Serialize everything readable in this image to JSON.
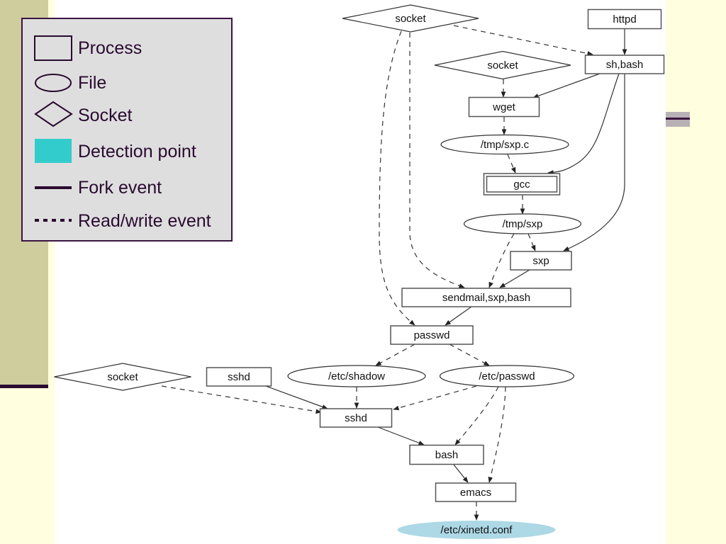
{
  "legend": {
    "items": [
      {
        "shape": "rectangle",
        "icon": "process-icon",
        "label": "Process"
      },
      {
        "shape": "ellipse",
        "icon": "file-icon",
        "label": "File"
      },
      {
        "shape": "diamond",
        "icon": "socket-icon",
        "label": "Socket"
      },
      {
        "shape": "filled-square",
        "icon": "detection-point-icon",
        "label": "Detection point",
        "color": "#33cccc"
      },
      {
        "shape": "solid-line",
        "icon": "fork-event-icon",
        "label": "Fork event"
      },
      {
        "shape": "dotted-line",
        "icon": "read-write-event-icon",
        "label": "Read/write event"
      }
    ]
  },
  "colors": {
    "background": "#ffffdf",
    "sidebar": "#cfcc9e",
    "accent": "#2a0a30",
    "legend_bg": "#dedede",
    "detection": "#33cccc",
    "detection_node_fill": "#add8e6"
  },
  "graph": {
    "nodes": [
      {
        "id": "socket1",
        "type": "socket",
        "label": "socket"
      },
      {
        "id": "httpd",
        "type": "process",
        "label": "httpd"
      },
      {
        "id": "socket2",
        "type": "socket",
        "label": "socket"
      },
      {
        "id": "shbash",
        "type": "process",
        "label": "sh,bash"
      },
      {
        "id": "wget",
        "type": "process",
        "label": "wget"
      },
      {
        "id": "tmpsxpc",
        "type": "file",
        "label": "/tmp/sxp.c"
      },
      {
        "id": "gcc",
        "type": "process",
        "label": "gcc",
        "double_border": true
      },
      {
        "id": "tmpsxp",
        "type": "file",
        "label": "/tmp/sxp"
      },
      {
        "id": "sxp",
        "type": "process",
        "label": "sxp"
      },
      {
        "id": "sendmail",
        "type": "process",
        "label": "sendmail,sxp,bash"
      },
      {
        "id": "passwd",
        "type": "process",
        "label": "passwd"
      },
      {
        "id": "socket3",
        "type": "socket",
        "label": "socket"
      },
      {
        "id": "sshd1",
        "type": "process",
        "label": "sshd"
      },
      {
        "id": "etcshadow",
        "type": "file",
        "label": "/etc/shadow"
      },
      {
        "id": "etcpasswd",
        "type": "file",
        "label": "/etc/passwd"
      },
      {
        "id": "sshd2",
        "type": "process",
        "label": "sshd"
      },
      {
        "id": "bash",
        "type": "process",
        "label": "bash"
      },
      {
        "id": "emacs",
        "type": "process",
        "label": "emacs"
      },
      {
        "id": "xinetd",
        "type": "file",
        "label": "/etc/xinetd.conf",
        "detection_point": true
      }
    ],
    "edges": [
      {
        "from": "httpd",
        "to": "shbash",
        "kind": "fork"
      },
      {
        "from": "socket1",
        "to": "shbash",
        "kind": "readwrite"
      },
      {
        "from": "shbash",
        "to": "wget",
        "kind": "fork"
      },
      {
        "from": "socket2",
        "to": "wget",
        "kind": "readwrite"
      },
      {
        "from": "wget",
        "to": "tmpsxpc",
        "kind": "readwrite"
      },
      {
        "from": "tmpsxpc",
        "to": "gcc",
        "kind": "readwrite"
      },
      {
        "from": "shbash",
        "to": "gcc",
        "kind": "fork"
      },
      {
        "from": "gcc",
        "to": "tmpsxp",
        "kind": "readwrite"
      },
      {
        "from": "tmpsxp",
        "to": "sxp",
        "kind": "readwrite"
      },
      {
        "from": "shbash",
        "to": "sxp",
        "kind": "fork"
      },
      {
        "from": "tmpsxp",
        "to": "sendmail",
        "kind": "readwrite"
      },
      {
        "from": "sxp",
        "to": "sendmail",
        "kind": "fork"
      },
      {
        "from": "socket1",
        "to": "sendmail",
        "kind": "readwrite"
      },
      {
        "from": "socket1",
        "to": "passwd",
        "kind": "readwrite"
      },
      {
        "from": "sendmail",
        "to": "passwd",
        "kind": "fork"
      },
      {
        "from": "passwd",
        "to": "etcshadow",
        "kind": "readwrite"
      },
      {
        "from": "passwd",
        "to": "etcpasswd",
        "kind": "readwrite"
      },
      {
        "from": "socket3",
        "to": "sshd2",
        "kind": "readwrite"
      },
      {
        "from": "sshd1",
        "to": "sshd2",
        "kind": "fork"
      },
      {
        "from": "etcshadow",
        "to": "sshd2",
        "kind": "readwrite"
      },
      {
        "from": "etcpasswd",
        "to": "sshd2",
        "kind": "readwrite"
      },
      {
        "from": "sshd2",
        "to": "bash",
        "kind": "fork"
      },
      {
        "from": "etcpasswd",
        "to": "bash",
        "kind": "readwrite"
      },
      {
        "from": "bash",
        "to": "emacs",
        "kind": "fork"
      },
      {
        "from": "etcpasswd",
        "to": "emacs",
        "kind": "readwrite"
      },
      {
        "from": "emacs",
        "to": "xinetd",
        "kind": "readwrite"
      }
    ]
  }
}
